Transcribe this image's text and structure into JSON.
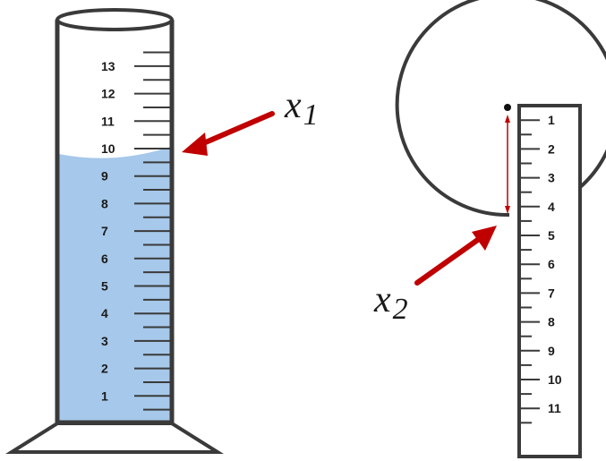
{
  "cylinder": {
    "scale_labels": [
      "1",
      "2",
      "3",
      "4",
      "5",
      "6",
      "7",
      "8",
      "9",
      "10",
      "11",
      "12",
      "13"
    ],
    "liquid_level": 9.8,
    "liquid_color": "#a6c8ea",
    "outline_color": "#3a3a3a"
  },
  "ruler": {
    "scale_labels": [
      "1",
      "2",
      "3",
      "4",
      "5",
      "6",
      "7",
      "8",
      "9",
      "10",
      "11"
    ],
    "marked_reading": 4
  },
  "arrow_color": "#c00000",
  "labels": {
    "x1": {
      "symbol": "x",
      "subscript": "1"
    },
    "x2": {
      "symbol": "x",
      "subscript": "2"
    }
  }
}
